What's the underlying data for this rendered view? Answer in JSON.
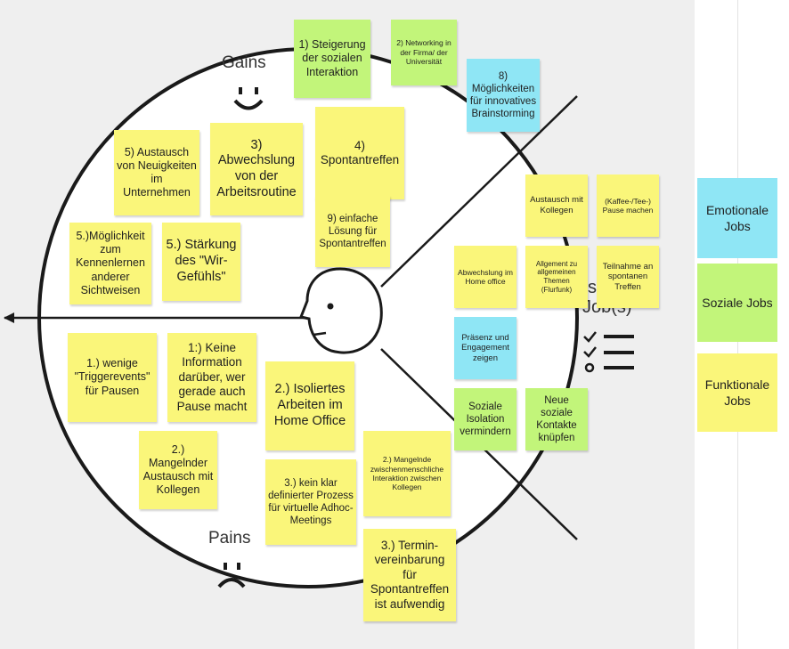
{
  "labels": {
    "gains": "Gains",
    "pains": "Pains",
    "jobs": "Job(s)",
    "jobs_partial_s": "s"
  },
  "legend": [
    {
      "label": "Emotionale Jobs",
      "color": "#8fe6f5"
    },
    {
      "label": "Soziale Jobs",
      "color": "#c2f57a"
    },
    {
      "label": "Funktionale Jobs",
      "color": "#faf67a"
    }
  ],
  "gains_notes": [
    "1) Steigerung der sozialen Interaktion",
    "2) Networking in der Firma/ der Universität",
    "8) Möglichkeiten für innovatives Brainstorming",
    "5) Austausch von Neuigkeiten im Unternehmen",
    "3) Abwechslung von der Arbeitsroutine",
    "4) Spontantreffen",
    "9) einfache Lösung für Spontantreffen",
    "5.)Möglichkeit zum Kennenlernen anderer Sichtweisen",
    "5.) Stärkung des \"Wir-Gefühls\""
  ],
  "pains_notes": [
    "1.) wenige \"Triggerevents\" für Pausen",
    "1:) Keine Information darüber, wer gerade auch Pause macht",
    "2.) Isoliertes Arbeiten im Home Office",
    "2.) Mangelnder Austausch mit Kollegen",
    "3.) kein klar definierter Prozess für virtuelle Adhoc-Meetings",
    "2.) Mangelnde zwischenmenschliche Interaktion zwischen Kollegen",
    "3.) Termin-vereinbarung für Spontantreffen ist aufwendig"
  ],
  "jobs_notes": [
    "Austausch mit Kollegen",
    "(Kaffee-/Tee-) Pause machen",
    "Abwechslung im Home office",
    "Allgement zu allgemeinen Themen (Flurfunk)",
    "Teilnahme an spontanen Treffen",
    "Präsenz und Engagement zeigen",
    "Soziale Isolation vermindern",
    "Neue soziale Kontakte knüpfen"
  ],
  "colors": {
    "yellow": "#faf67a",
    "green": "#c2f57a",
    "blue": "#8fe6f5"
  }
}
